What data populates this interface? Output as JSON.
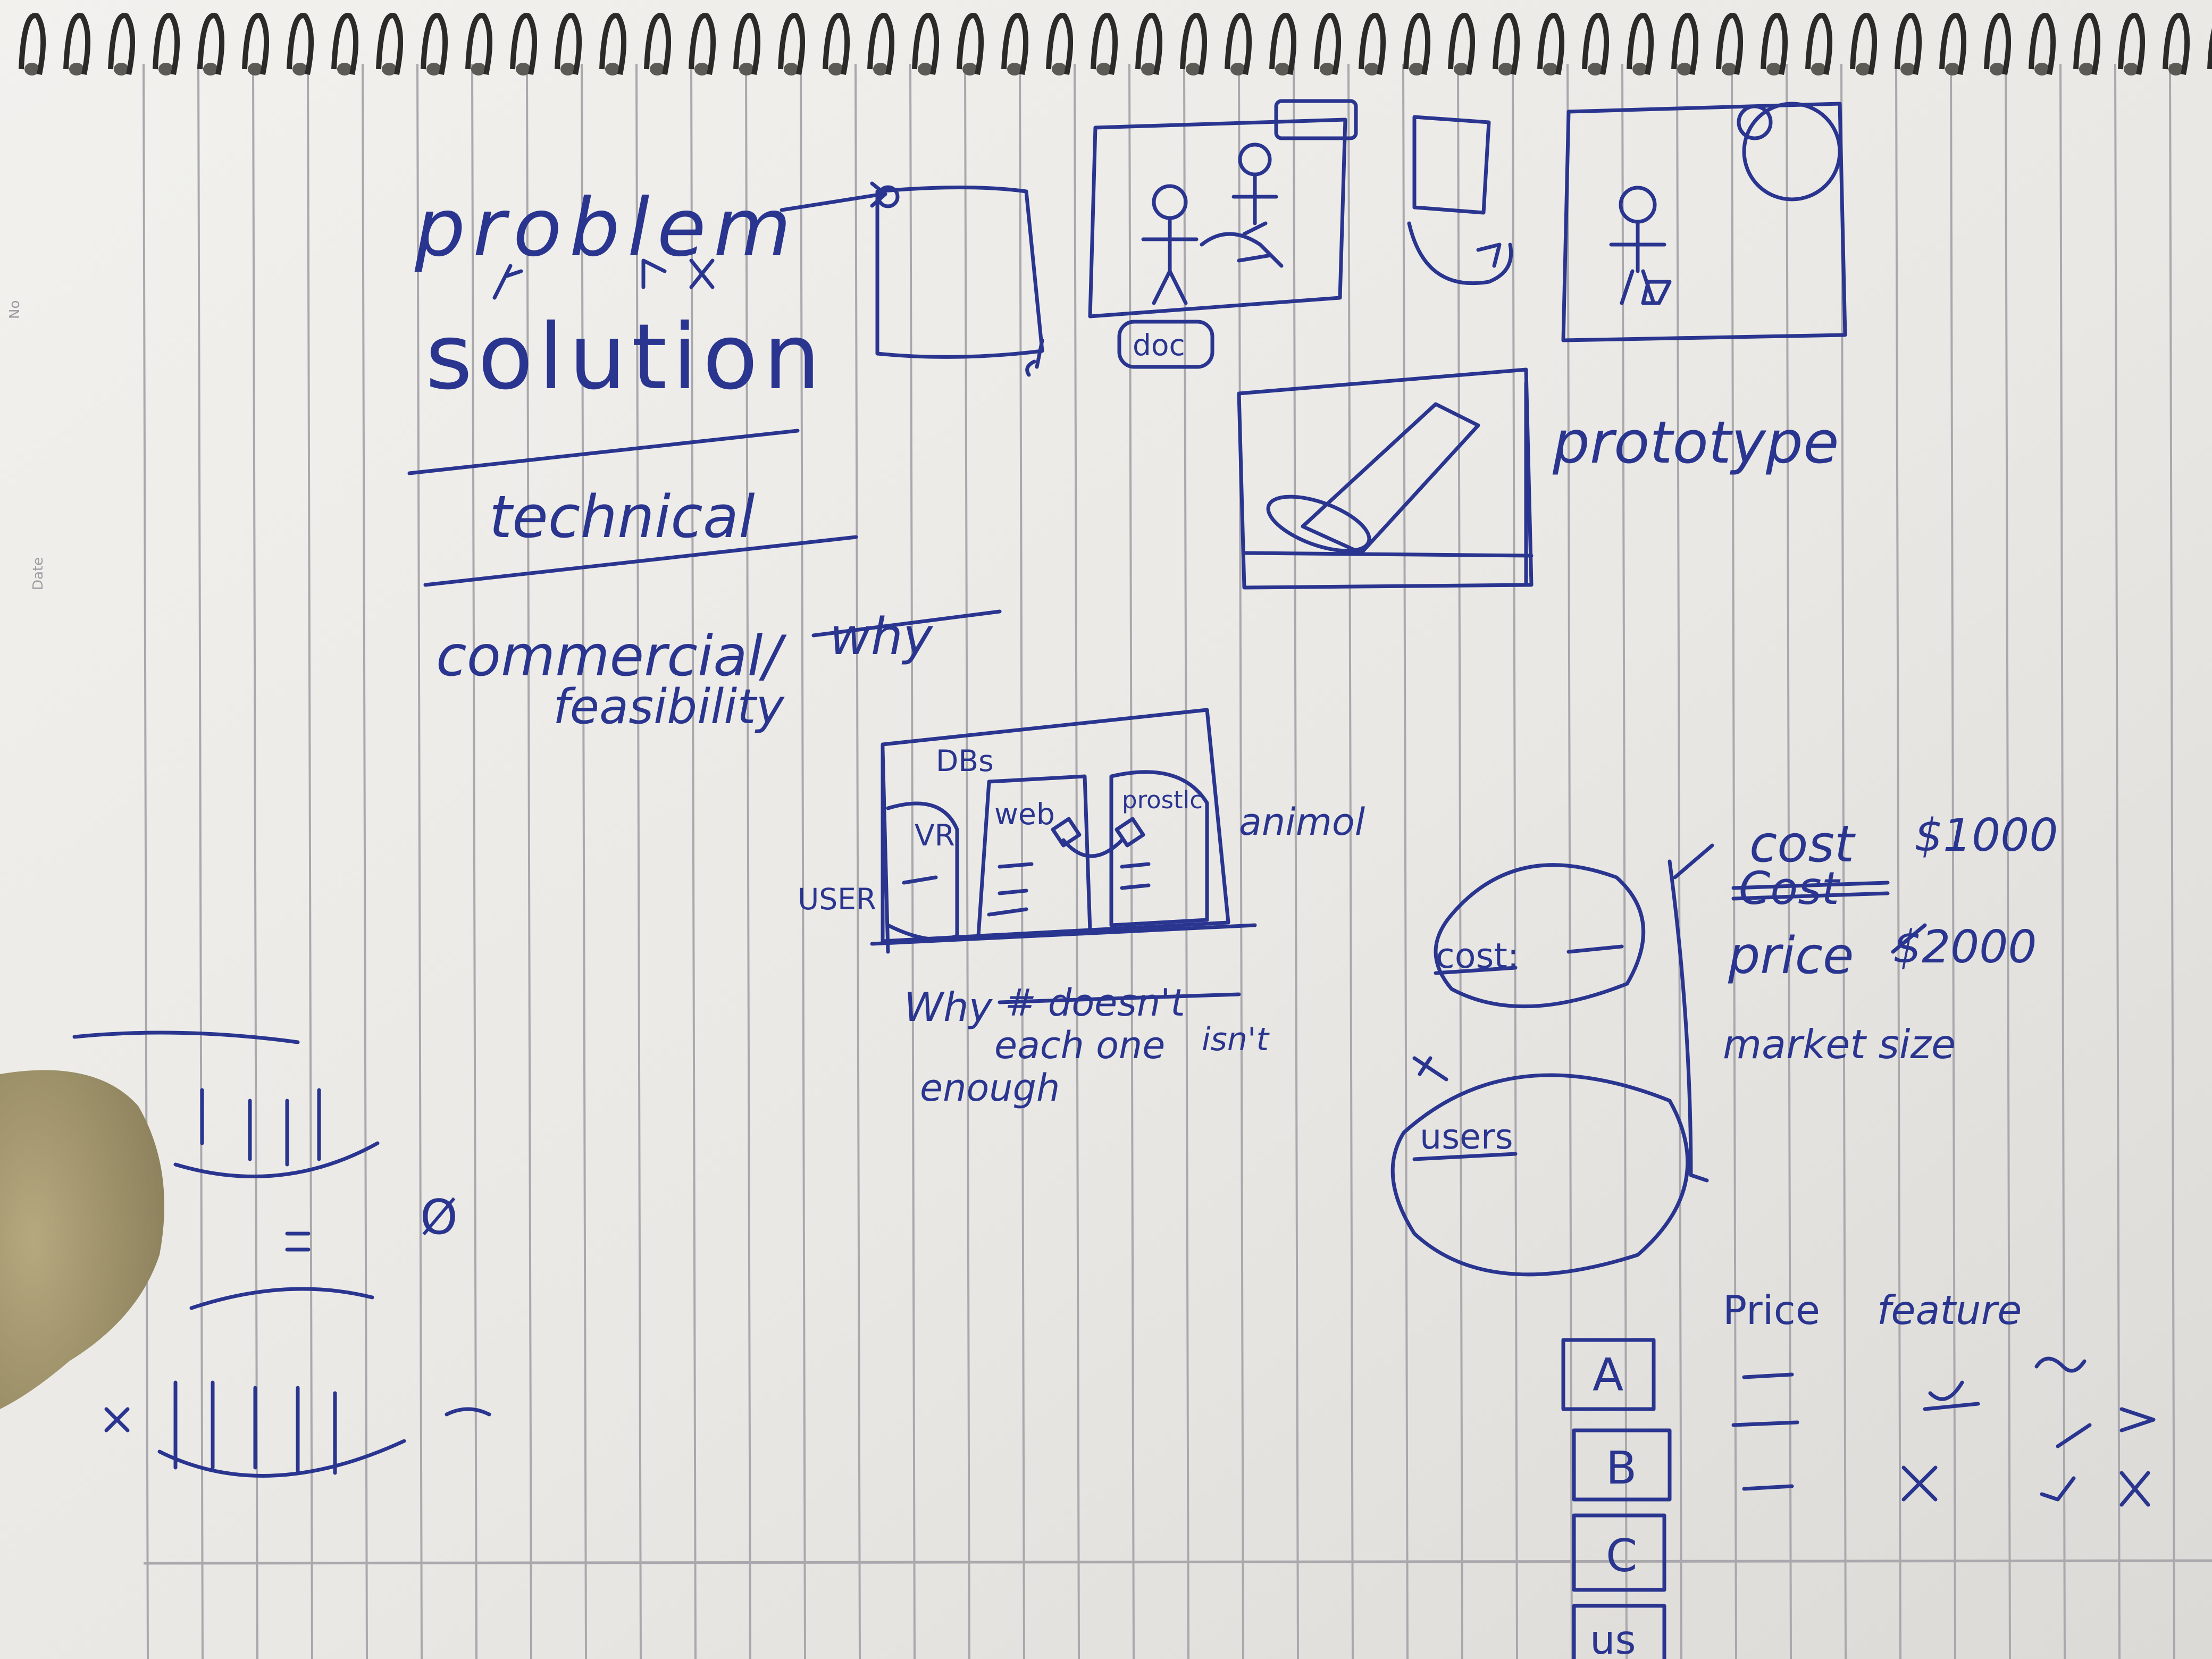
{
  "notebook": {
    "margin_labels": {
      "no": "No",
      "date": "Date"
    },
    "paper_color": "#eeedea",
    "ink_color": "#2a3590",
    "rule_color": "#a9a8ad"
  },
  "heading": {
    "problem": "problem",
    "solution": "solution",
    "technical": "technical",
    "commercial": "commercial/",
    "commercial_crossed": "why",
    "feasibility": "feasibility"
  },
  "storyboard": {
    "doc_label": "doc",
    "prototype": "prototype"
  },
  "architecture": {
    "top_label": "DBs",
    "box_vr": "VR",
    "box_web": "web",
    "box_prost": "prostlc",
    "user": "USER",
    "right_note": "animol",
    "why_word": "Why",
    "why_crossed": "# doesn't",
    "each": "each one",
    "isnt": "isn't",
    "enough": "enough"
  },
  "market": {
    "cost_bubble": "cost:",
    "users_bubble": "users",
    "cost_line": "cost",
    "cost_value": "$1000",
    "crossed": "Cost",
    "price_line": "price",
    "price_value": "$2000",
    "market_size": "market size"
  },
  "comparison": {
    "header_price": "Price",
    "header_feature": "feature",
    "rows": [
      {
        "label": "A"
      },
      {
        "label": "B"
      },
      {
        "label": "C"
      },
      {
        "label": "us"
      }
    ]
  },
  "bottom_left": {
    "symbol": "Ø"
  }
}
